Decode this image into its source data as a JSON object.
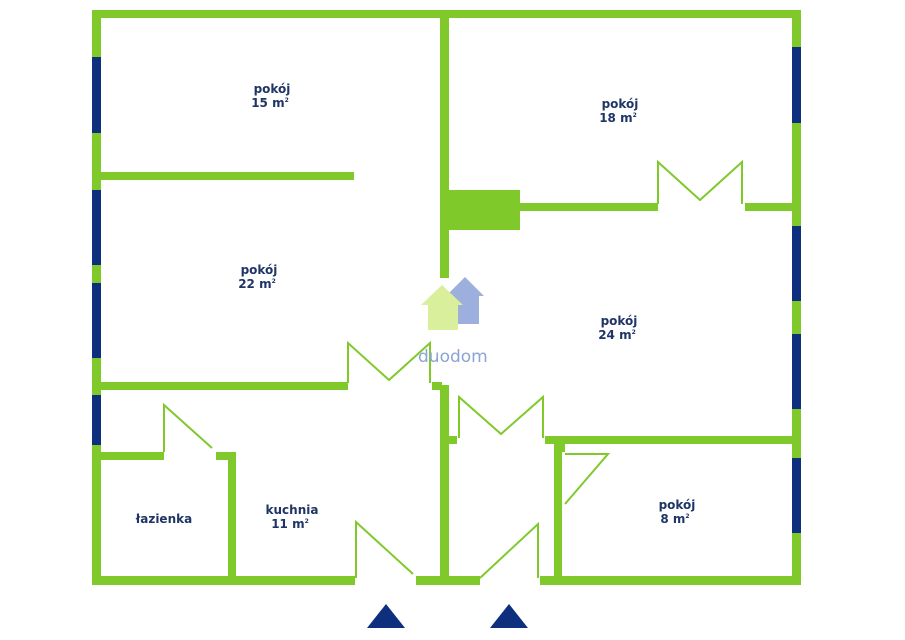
{
  "colors": {
    "wall": "#80c92b",
    "window": "#0d2f7e",
    "door": "#80c92b",
    "text": "#1f3566",
    "entrance": "#0d2f7e",
    "logo_green": "#d9ef9c",
    "logo_blue": "#9db0dd"
  },
  "rooms": [
    {
      "id": "room-1",
      "name": "pokój",
      "area": "15 m",
      "unit_sup": "2"
    },
    {
      "id": "room-2",
      "name": "pokój",
      "area": "18 m",
      "unit_sup": "2"
    },
    {
      "id": "room-3",
      "name": "pokój",
      "area": "22 m",
      "unit_sup": "2"
    },
    {
      "id": "room-4",
      "name": "pokój",
      "area": "24 m",
      "unit_sup": "2"
    },
    {
      "id": "room-5",
      "name": "łazienka",
      "area": "",
      "unit_sup": ""
    },
    {
      "id": "room-6",
      "name": "kuchnia",
      "area": "11 m",
      "unit_sup": "2"
    },
    {
      "id": "room-7",
      "name": "pokój",
      "area": "8 m",
      "unit_sup": "2"
    }
  ],
  "logo": {
    "text": "duodom",
    "icon": "house-logo-icon"
  }
}
